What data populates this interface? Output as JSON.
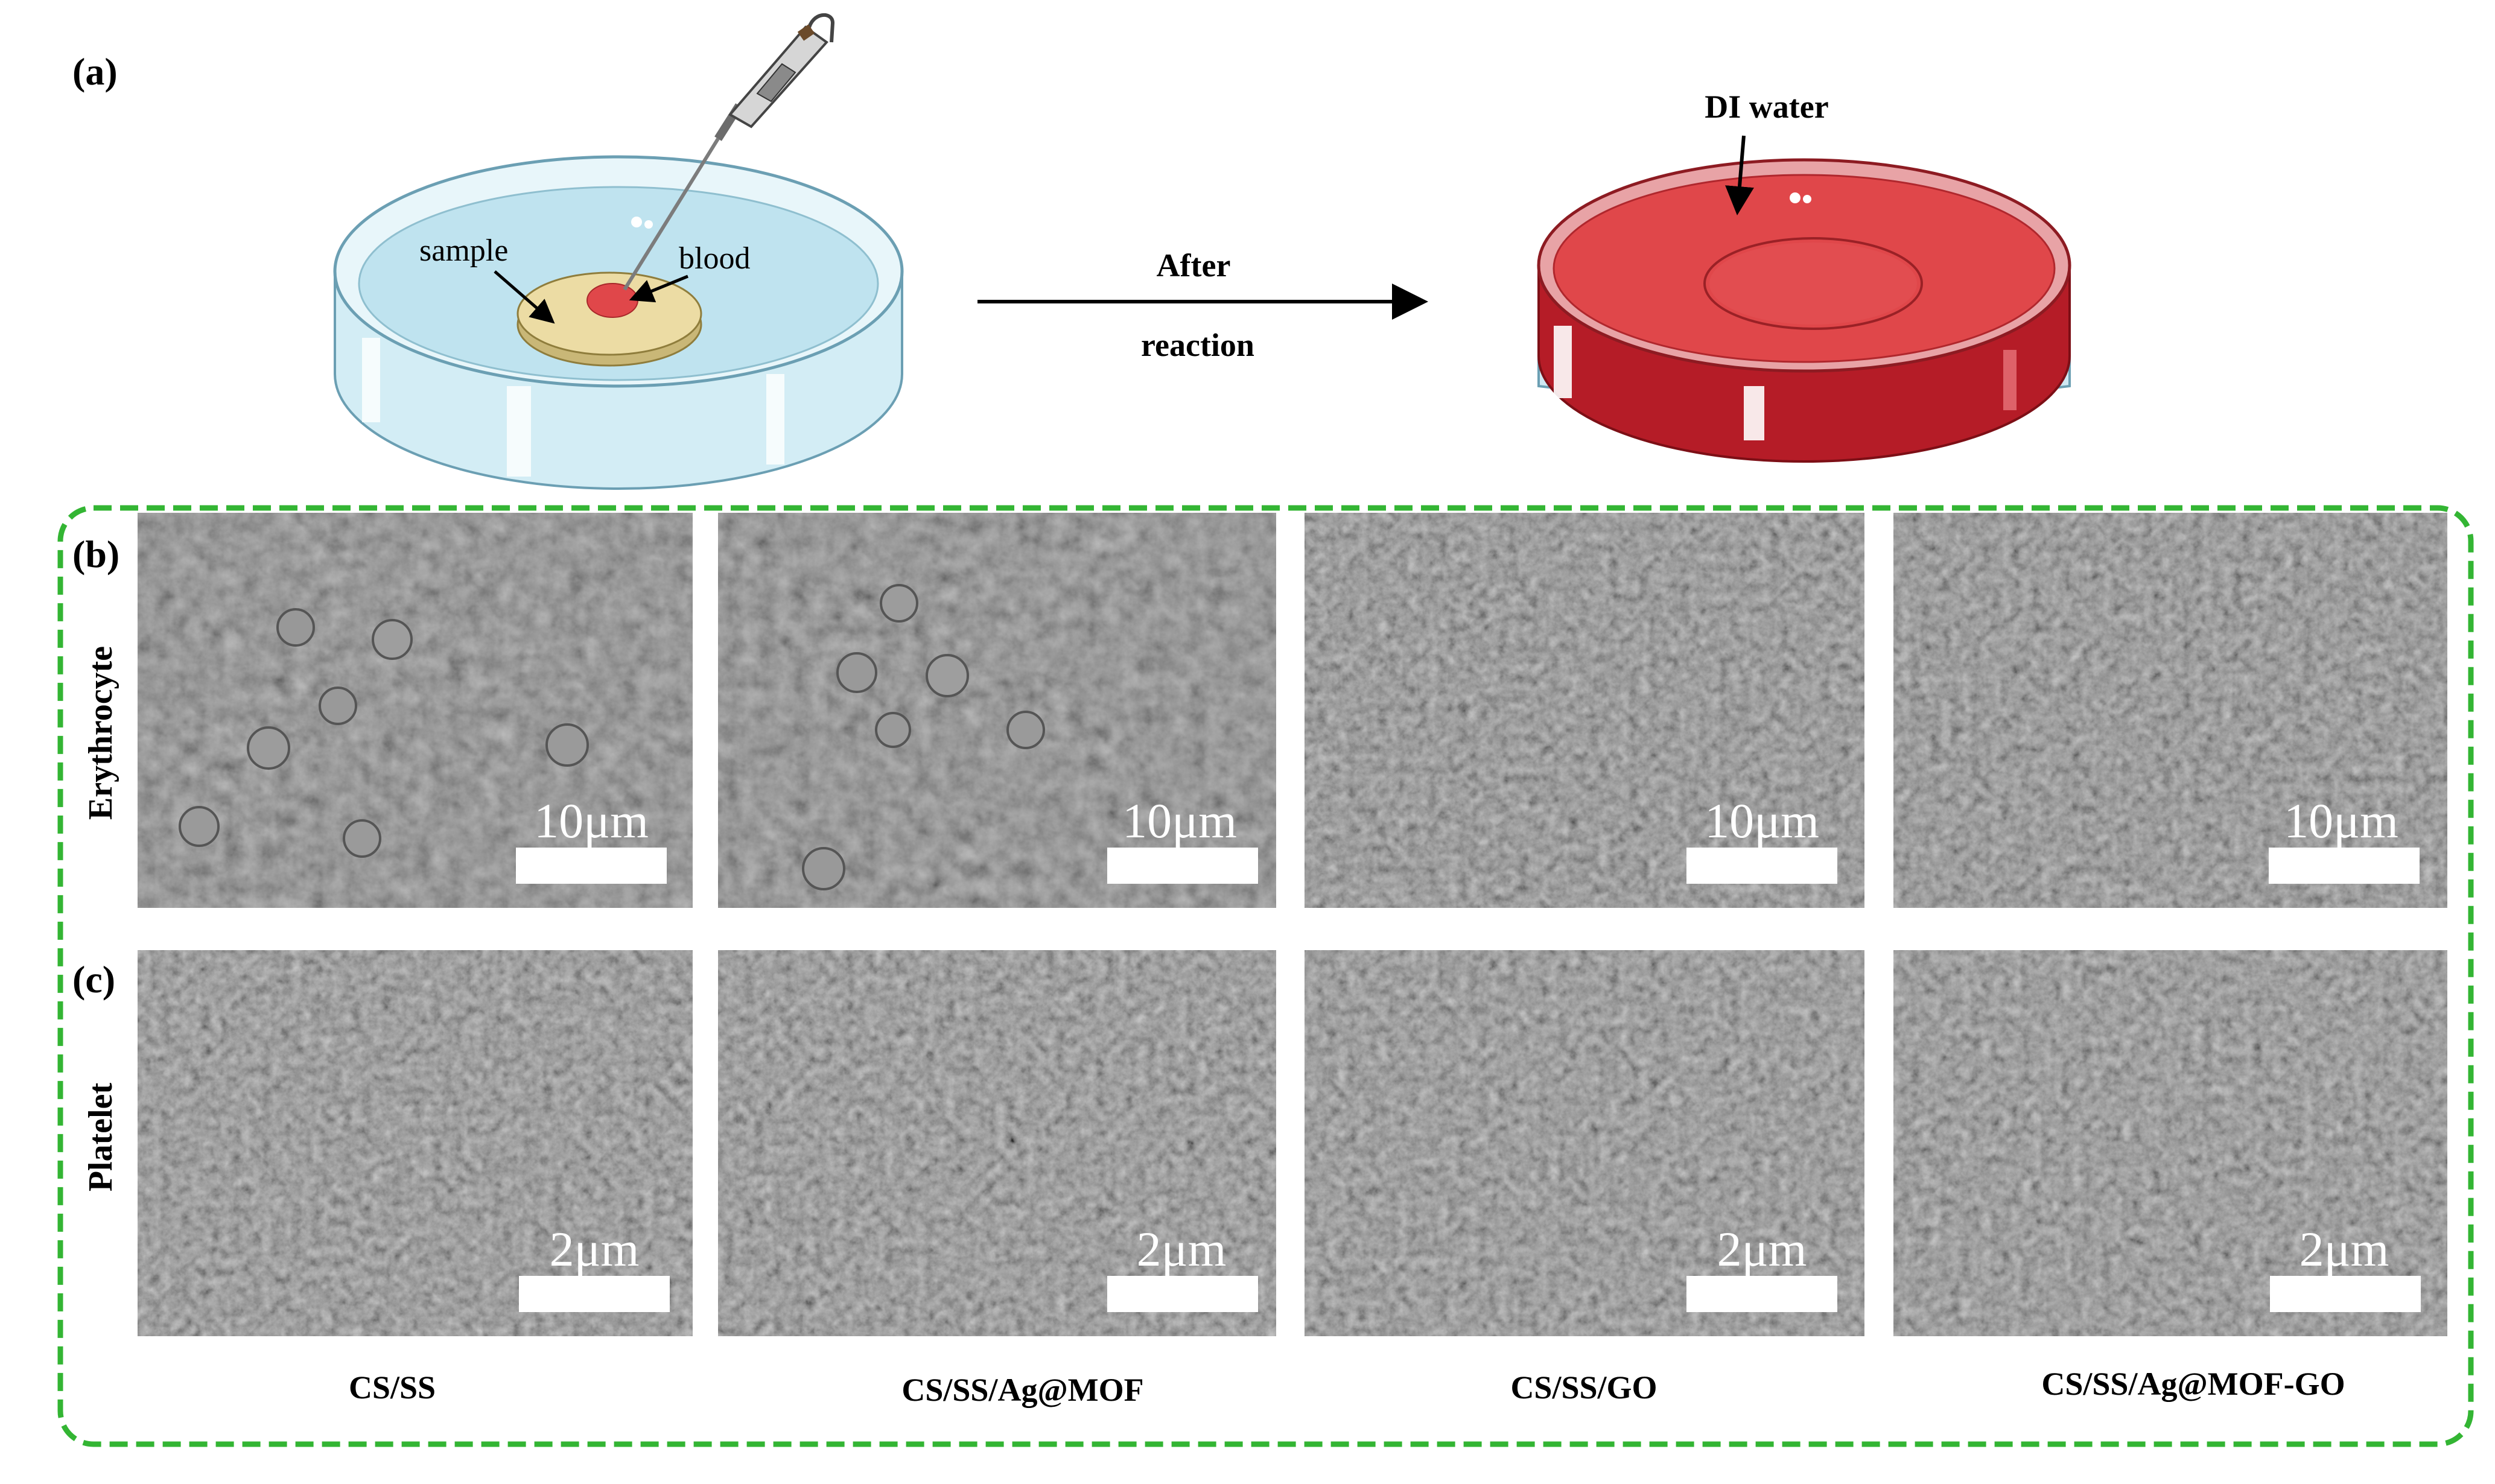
{
  "panel_a": {
    "label": "(a)",
    "sample_label": "sample",
    "blood_label": "blood",
    "arrow_top": "After",
    "arrow_bottom": "reaction",
    "water_label": "DI water"
  },
  "panel_b": {
    "label": "(b)",
    "row_label": "Erythrocyte",
    "scale": "10μm"
  },
  "panel_c": {
    "label": "(c)",
    "row_label": "Platelet",
    "scale": "2μm"
  },
  "columns": [
    "CS/SS",
    "CS/SS/Ag@MOF",
    "CS/SS/GO",
    "CS/SS/Ag@MOF-GO"
  ],
  "colors": {
    "frame": "#33b533",
    "sem_bg": "#6a6a6a",
    "blood": "#e0474a",
    "dish_water": "#bfe3ef",
    "sample_disc": "#ecdca4"
  }
}
